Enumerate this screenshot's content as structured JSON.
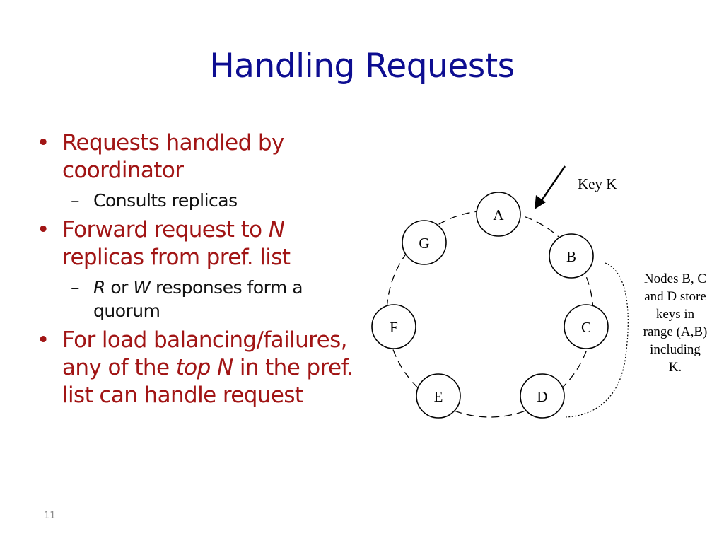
{
  "slide": {
    "title": "Handling Requests",
    "page_number": "11"
  },
  "bullets": [
    {
      "text_parts": [
        "Requests handled by coordinator"
      ],
      "sub": [
        "Consults replicas"
      ]
    },
    {
      "text_parts": [
        "Forward request to ",
        "N",
        " replicas from pref. list"
      ],
      "sub_parts": [
        "R",
        " or ",
        "W",
        " responses form a quorum"
      ]
    },
    {
      "text_parts": [
        "For load balancing/failures, any of the ",
        "top N",
        " in the pref. list can handle request"
      ]
    }
  ],
  "diagram": {
    "nodes": [
      "A",
      "B",
      "C",
      "D",
      "E",
      "F",
      "G"
    ],
    "key_label": "Key K",
    "note_lines": [
      "Nodes B, C",
      "and D store",
      "keys in",
      "range (A,B)",
      "including",
      "K."
    ]
  }
}
